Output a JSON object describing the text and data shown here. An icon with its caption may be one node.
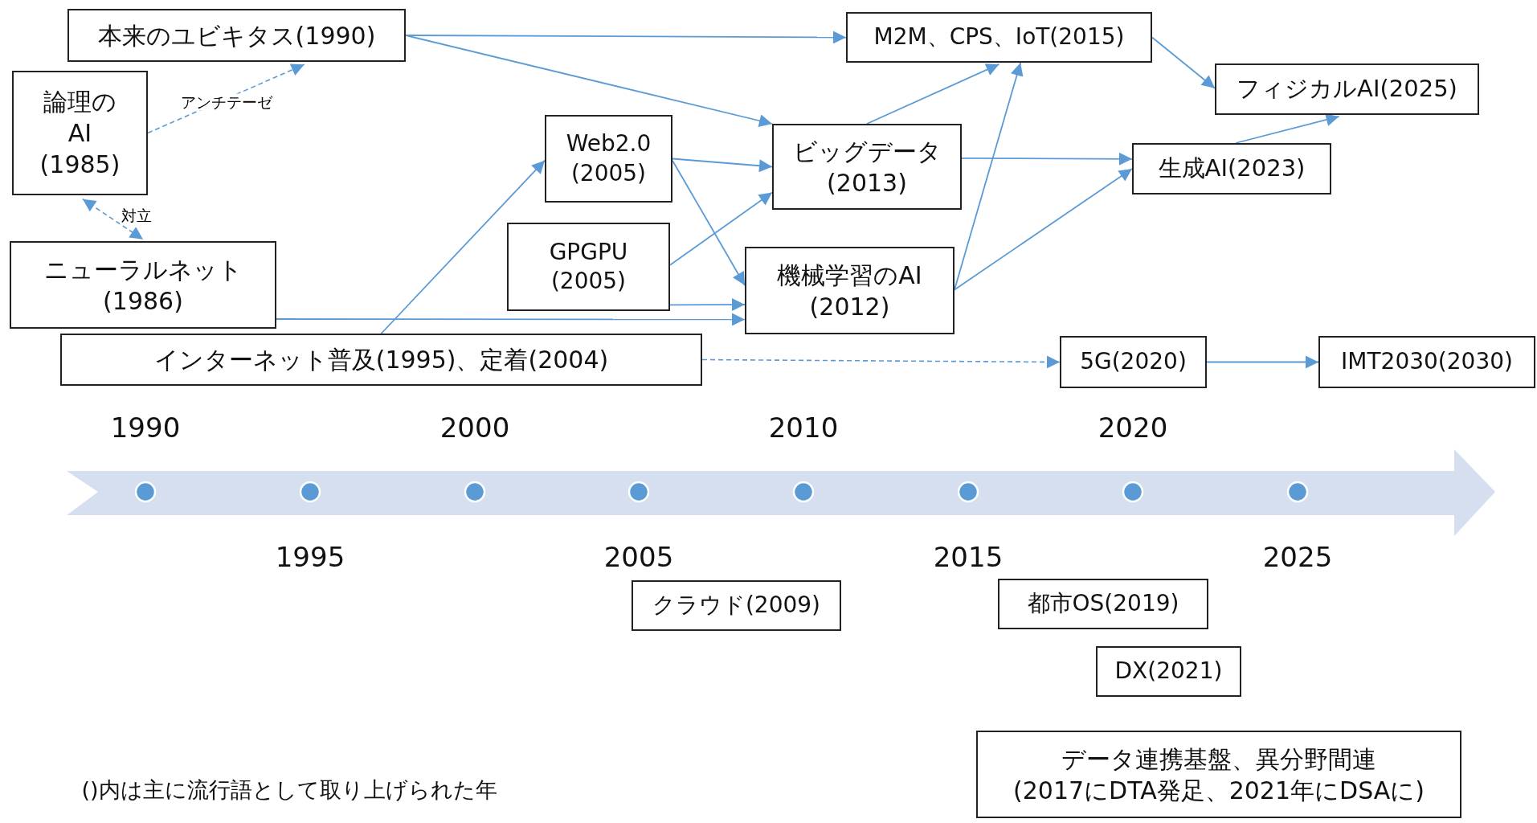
{
  "diagram": {
    "nodes": [
      {
        "text": [
          "本来のユビキタス(1990)"
        ]
      },
      {
        "text": [
          "M2M、CPS、IoT(2015)"
        ]
      },
      {
        "text": [
          "論理のAI",
          "(1985)"
        ]
      },
      {
        "text": [
          "フィジカルAI(2025)"
        ]
      },
      {
        "text": [
          "Web2.0",
          "(2005)"
        ]
      },
      {
        "text": [
          "ビッグデータ",
          "(2013)"
        ]
      },
      {
        "text": [
          "生成AI(2023)"
        ]
      },
      {
        "text": [
          "GPGPU",
          "(2005)"
        ]
      },
      {
        "text": [
          "ニューラルネット",
          "(1986)"
        ]
      },
      {
        "text": [
          "機械学習のAI",
          "(2012)"
        ]
      },
      {
        "text": [
          "インターネット普及(1995)、定着(2004)"
        ]
      },
      {
        "text": [
          "5G(2020)"
        ]
      },
      {
        "text": [
          "IMT2030(2030)"
        ]
      },
      {
        "text": [
          "クラウド(2009)"
        ]
      },
      {
        "text": [
          "都市OS(2019)"
        ]
      },
      {
        "text": [
          "DX(2021)"
        ]
      },
      {
        "text": [
          "データ連携基盤、異分野間連",
          "(2017にDTA発足、2021年にDSAに)"
        ]
      }
    ],
    "edges": [
      {
        "from": 0,
        "to": 1,
        "arrow": "to"
      },
      {
        "from": 0,
        "to": 5,
        "arrow": "to"
      },
      {
        "from": 2,
        "to": 0,
        "arrow": "to",
        "label": "アンチテーゼ",
        "style": "dashed"
      },
      {
        "from": 2,
        "to": 8,
        "arrow": "both",
        "label": "対立",
        "style": "dashed"
      },
      {
        "from": 8,
        "to": 9,
        "arrow": "to"
      },
      {
        "from": 10,
        "to": 4,
        "arrow": "to"
      },
      {
        "from": 10,
        "to": 11,
        "arrow": "to",
        "style": "dashed"
      },
      {
        "from": 4,
        "to": 5,
        "arrow": "to"
      },
      {
        "from": 4,
        "to": 9,
        "arrow": "to"
      },
      {
        "from": 7,
        "to": 5,
        "arrow": "to"
      },
      {
        "from": 7,
        "to": 9,
        "arrow": "to"
      },
      {
        "from": 5,
        "to": 1,
        "arrow": "to"
      },
      {
        "from": 5,
        "to": 6,
        "arrow": "to"
      },
      {
        "from": 9,
        "to": 1,
        "arrow": "to"
      },
      {
        "from": 9,
        "to": 6,
        "arrow": "to"
      },
      {
        "from": 1,
        "to": 3,
        "arrow": "to"
      },
      {
        "from": 6,
        "to": 3,
        "arrow": "to"
      },
      {
        "from": 11,
        "to": 12,
        "arrow": "to"
      }
    ],
    "labels": [
      "1990",
      "2000",
      "2010",
      "2020",
      "1995",
      "2005",
      "2015",
      "2025",
      "()内は主に流行語として取り上げられた年"
    ]
  }
}
